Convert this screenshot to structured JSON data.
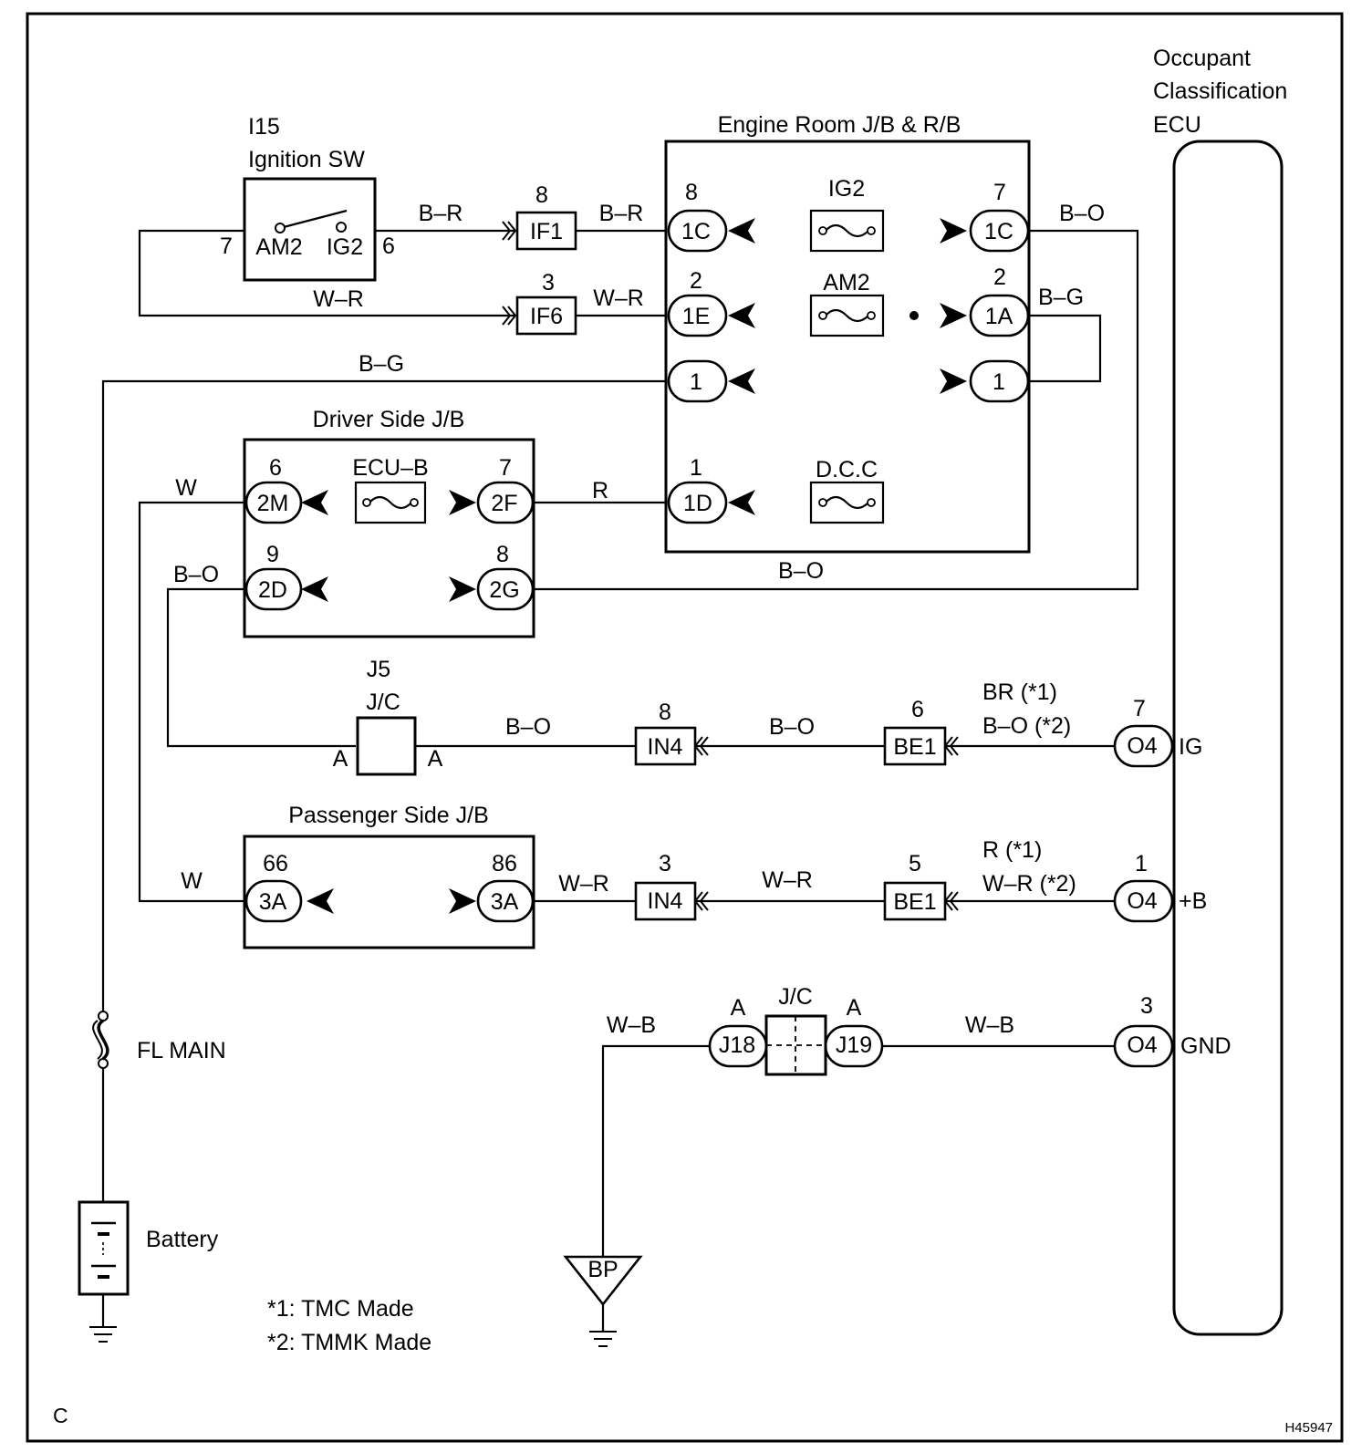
{
  "corner_code": "C",
  "figure_id": "H45947",
  "notes": [
    "*1: TMC Made",
    "*2: TMMK Made"
  ],
  "components": {
    "ignition_sw": {
      "code": "I15",
      "name": "Ignition SW",
      "pin_am2": "AM2",
      "pin_ig2": "IG2",
      "pin_left_no": "7",
      "pin_right_no": "6"
    },
    "engine_room_jb": "Engine Room J/B & R/B",
    "driver_side_jb": "Driver Side J/B",
    "passenger_side_jb": "Passenger Side J/B",
    "ecu": {
      "line1": "Occupant",
      "line2": "Classification",
      "line3": "ECU"
    },
    "j5": {
      "code": "J5",
      "name": "J/C",
      "pin_left": "A",
      "pin_right": "A"
    },
    "jc_ground": {
      "name": "J/C",
      "pin_left": "A",
      "pin_right": "A"
    },
    "fl_main": "FL MAIN",
    "battery": "Battery",
    "ground_point": "BP"
  },
  "fuses": {
    "ig2": "IG2",
    "am2": "AM2",
    "dcc": "D.C.C",
    "ecu_b": "ECU–B"
  },
  "connectors": {
    "if1": {
      "label": "IF1",
      "pin": "8"
    },
    "if6": {
      "label": "IF6",
      "pin": "3"
    },
    "er_1c_left": {
      "label": "1C",
      "pin": "8"
    },
    "er_1c_right": {
      "label": "1C",
      "pin": "7"
    },
    "er_1e": {
      "label": "1E",
      "pin": "2"
    },
    "er_1a": {
      "label": "1A",
      "pin": "2"
    },
    "er_1_left": {
      "label": "1",
      "pin": ""
    },
    "er_1_right": {
      "label": "1",
      "pin": ""
    },
    "er_1d": {
      "label": "1D",
      "pin": "1"
    },
    "ds_2m": {
      "label": "2M",
      "pin": "6"
    },
    "ds_2f": {
      "label": "2F",
      "pin": "7"
    },
    "ds_2d": {
      "label": "2D",
      "pin": "9"
    },
    "ds_2g": {
      "label": "2G",
      "pin": "8"
    },
    "in4_a": {
      "label": "IN4",
      "pin": "8"
    },
    "be1_a": {
      "label": "BE1",
      "pin": "6"
    },
    "in4_b": {
      "label": "IN4",
      "pin": "3"
    },
    "be1_b": {
      "label": "BE1",
      "pin": "5"
    },
    "ps_3a_left": {
      "label": "3A",
      "pin": "66"
    },
    "ps_3a_right": {
      "label": "3A",
      "pin": "86"
    },
    "o4_ig": {
      "label": "O4",
      "pin": "7",
      "terminal": "IG"
    },
    "o4_b": {
      "label": "O4",
      "pin": "1",
      "terminal": "+B"
    },
    "o4_gnd": {
      "label": "O4",
      "pin": "3",
      "terminal": "GND"
    },
    "j18": {
      "label": "J18"
    },
    "j19": {
      "label": "J19"
    }
  },
  "wires": {
    "ig_sw_to_if1": "B–R",
    "if1_to_1c": "B–R",
    "ig_sw_to_if6": "W–R",
    "if6_to_1e": "W–R",
    "er_1c_to_ecu": "B–O",
    "er_1a_loop": "B–G",
    "er_1_to_fl": "B–G",
    "ds_2m_left": "W",
    "ds_2f_to_1d": "R",
    "ds_2d_left": "B–O",
    "ds_2g_right": "B–O",
    "j5_to_in4": "B–O",
    "in4_to_be1": "B–O",
    "be1_to_o4_ig_1": "BR (*1)",
    "be1_to_o4_ig_2": "B–O (*2)",
    "ps_left": "W",
    "ps_to_in4": "W–R",
    "in4_to_be1_b": "W–R",
    "be1_to_o4_b_1": "R (*1)",
    "be1_to_o4_b_2": "W–R (*2)",
    "gnd_left": "W–B",
    "gnd_right": "W–B"
  }
}
